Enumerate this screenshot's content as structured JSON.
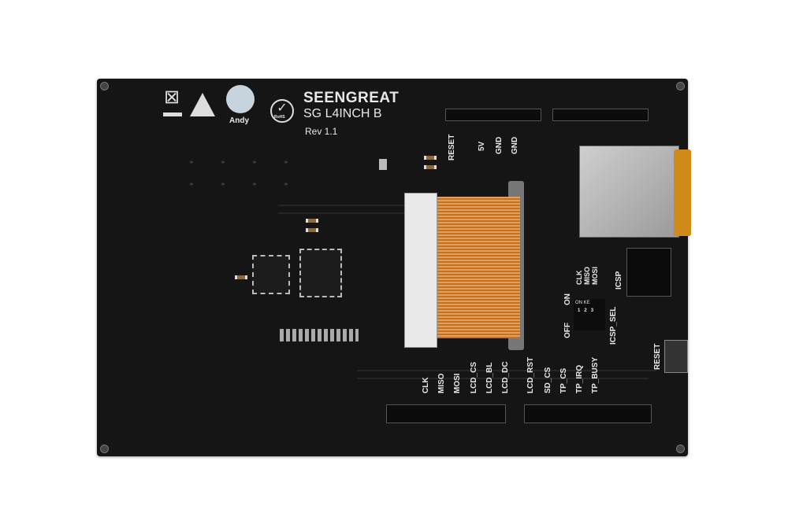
{
  "board": {
    "brand": "SEENGREAT",
    "model": "SG L4INCH B",
    "revision": "Rev 1.1",
    "logo_caption": "Andy",
    "rohs_label": "RoHS",
    "colors": {
      "pcb": "#151515",
      "flex_cable": "#c8701e",
      "silk": "#e8e8e8"
    }
  },
  "top_header_labels": [
    "RESET",
    "5V",
    "GND",
    "GND"
  ],
  "bottom_header_labels": [
    "CLK",
    "MISO",
    "MOSI",
    "LCD_CS",
    "LCD_BL",
    "LCD_DC",
    "LCD_RST",
    "SD_CS",
    "TP_CS",
    "TP_IRQ",
    "TP_BUSY"
  ],
  "dip_switch": {
    "signals": [
      "CLK",
      "MISO",
      "MOSI"
    ],
    "on_label": "ON",
    "off_label": "OFF",
    "switch_text": "ON KE",
    "numbers": [
      "1",
      "2",
      "3"
    ],
    "name": "ICSP_SEL"
  },
  "icsp_label": "ICSP",
  "reset_button_label": "RESET"
}
